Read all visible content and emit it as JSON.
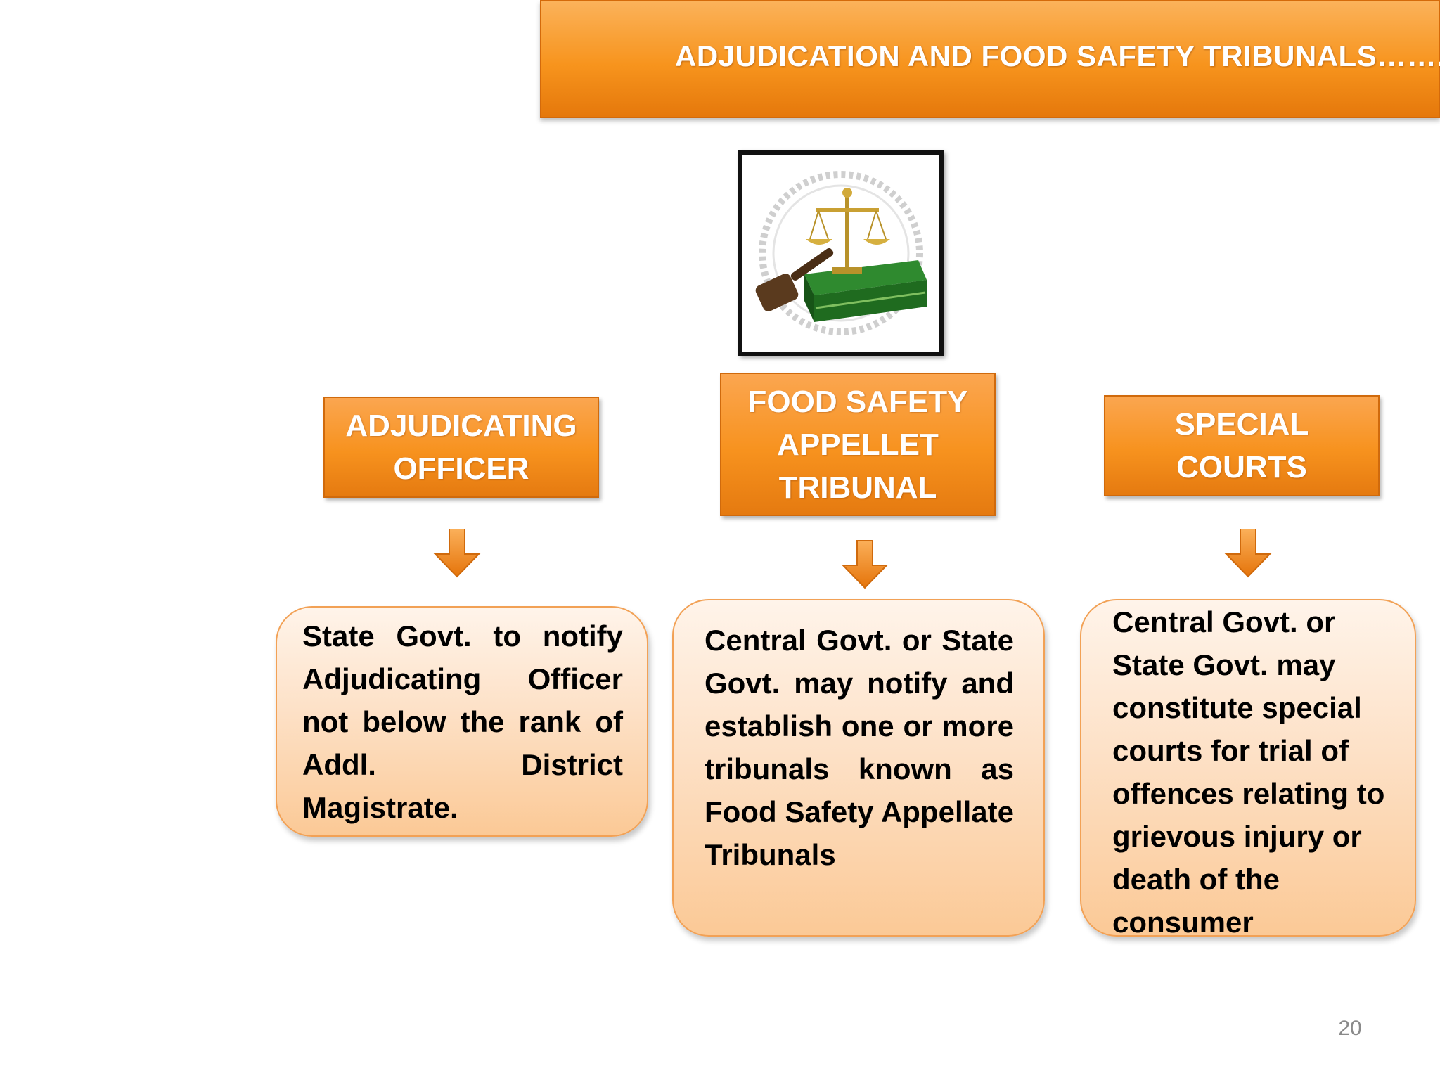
{
  "title": "ADJUDICATION AND FOOD SAFETY TRIBUNALS…….",
  "columns": [
    {
      "header": "ADJUDICATING\nOFFICER",
      "body": "State Govt. to notify Adjudicating Officer not below the rank of Addl. District Magistrate."
    },
    {
      "header": "FOOD SAFETY\nAPPELLET\nTRIBUNAL",
      "body": "Central Govt. or State Govt. may notify and establish one or more tribunals known as Food Safety Appellate Tribunals"
    },
    {
      "header": "SPECIAL\nCOURTS",
      "body": "Central Govt. or State Govt.  may constitute special courts for trial of offences relating to grievous injury or death of the consumer"
    }
  ],
  "page_number": "20",
  "colors": {
    "accent_orange": "#f7941d",
    "body_fill": "#fde1c7",
    "body_border": "#f2a155"
  },
  "icons": {
    "logo": "scales-gavel-book-emblem",
    "arrow": "down-arrow-icon"
  }
}
